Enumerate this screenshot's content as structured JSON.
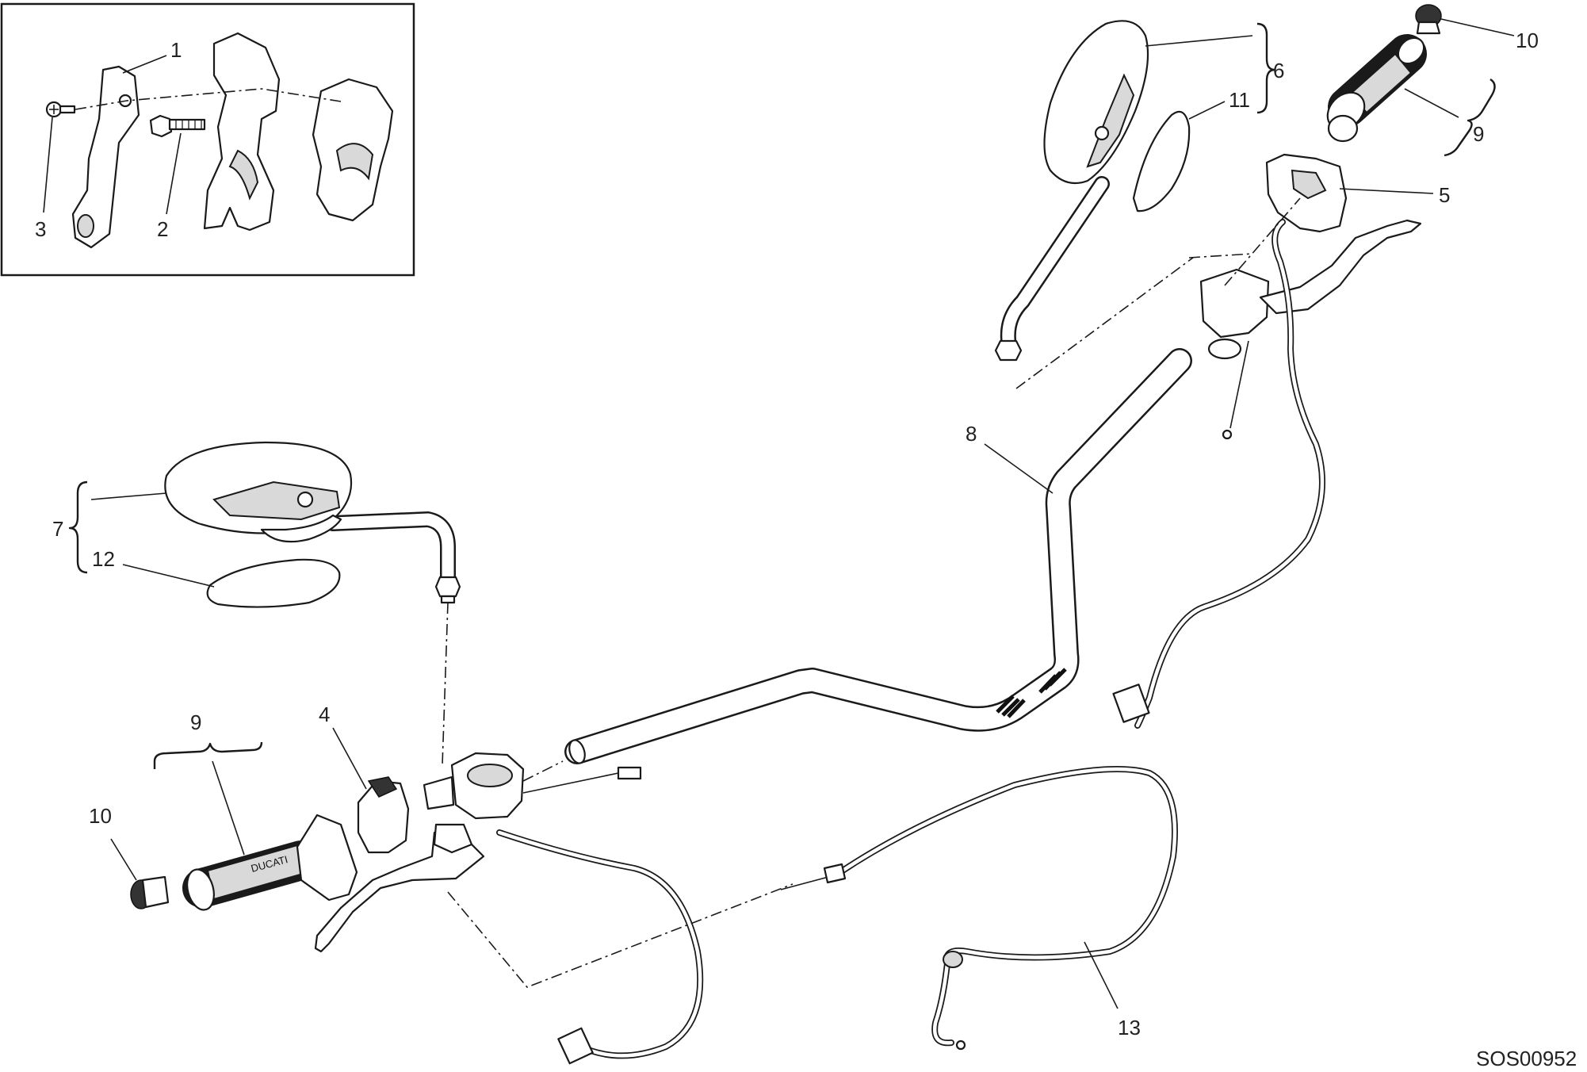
{
  "figure": {
    "drawing_code": "SOS00952",
    "callouts": {
      "inset_1": "1",
      "inset_2": "2",
      "inset_3": "3",
      "left_switch_4": "4",
      "right_switch_5": "5",
      "right_mirror_6": "6",
      "left_mirror_7": "7",
      "handlebar_8": "8",
      "right_grip_9": "9",
      "left_grip_9": "9",
      "right_end_weight_10": "10",
      "left_end_weight_10": "10",
      "right_mirror_cover_11": "11",
      "left_mirror_cover_12": "12",
      "throttle_cable_13": "13"
    },
    "grip_logo": "DUCATI"
  }
}
